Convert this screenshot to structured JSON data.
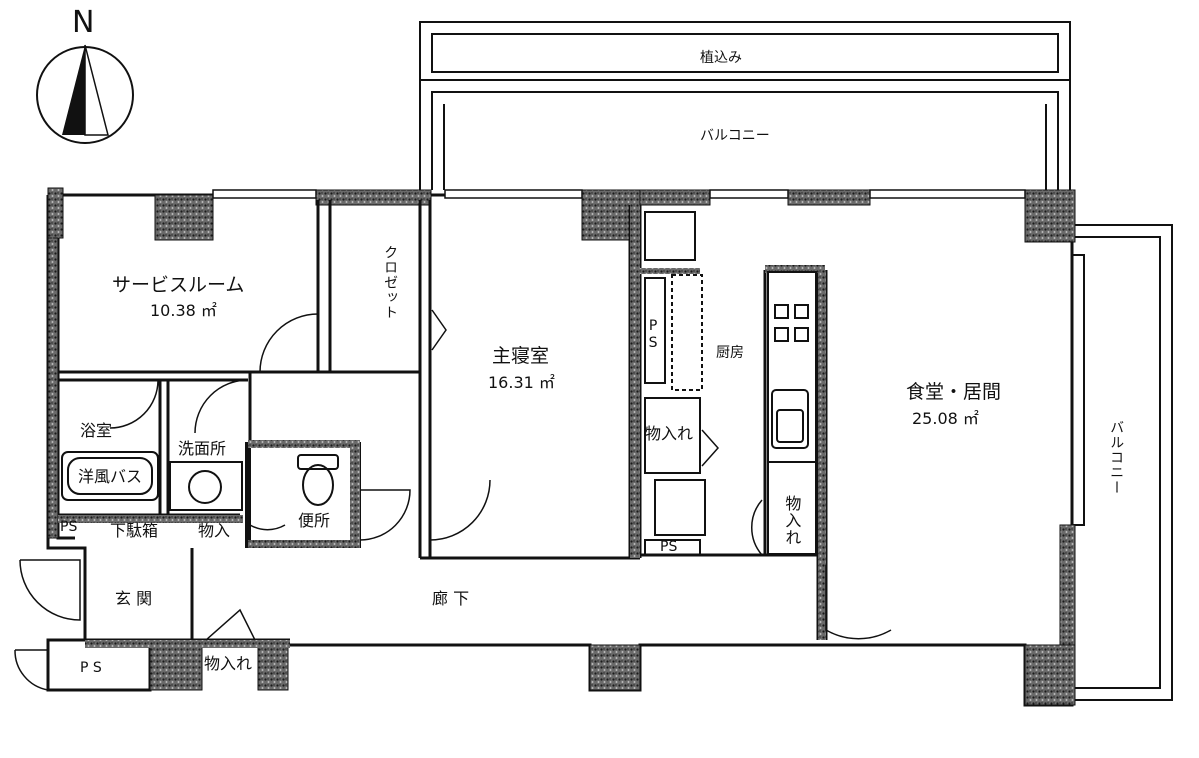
{
  "compass": {
    "north": "N"
  },
  "labels": {
    "planter": "植込み",
    "balcony_top": "バルコニー",
    "balcony_right": "バルコニー",
    "service_room": "サービスルーム",
    "service_room_area": "10.38 ㎡",
    "closet": "クロゼット",
    "master_bedroom": "主寝室",
    "master_bedroom_area": "16.31 ㎡",
    "kitchen": "厨房",
    "dining_living": "食堂・居間",
    "dining_living_area": "25.08 ㎡",
    "bath": "浴室",
    "western_bath": "洋風バス",
    "washroom": "洗面所",
    "toilet": "便所",
    "shoe_box": "下駄箱",
    "storage_small": "物入",
    "storage_bedroom": "物入れ",
    "storage_kitchen": "物入れ",
    "storage_entrance": "物入れ",
    "ps_bath": "PS",
    "ps_kitchen_vertical": "PS",
    "ps_kitchen": "PS",
    "ps_entrance": "P S",
    "entrance": "玄 関",
    "corridor": "廊 下"
  }
}
